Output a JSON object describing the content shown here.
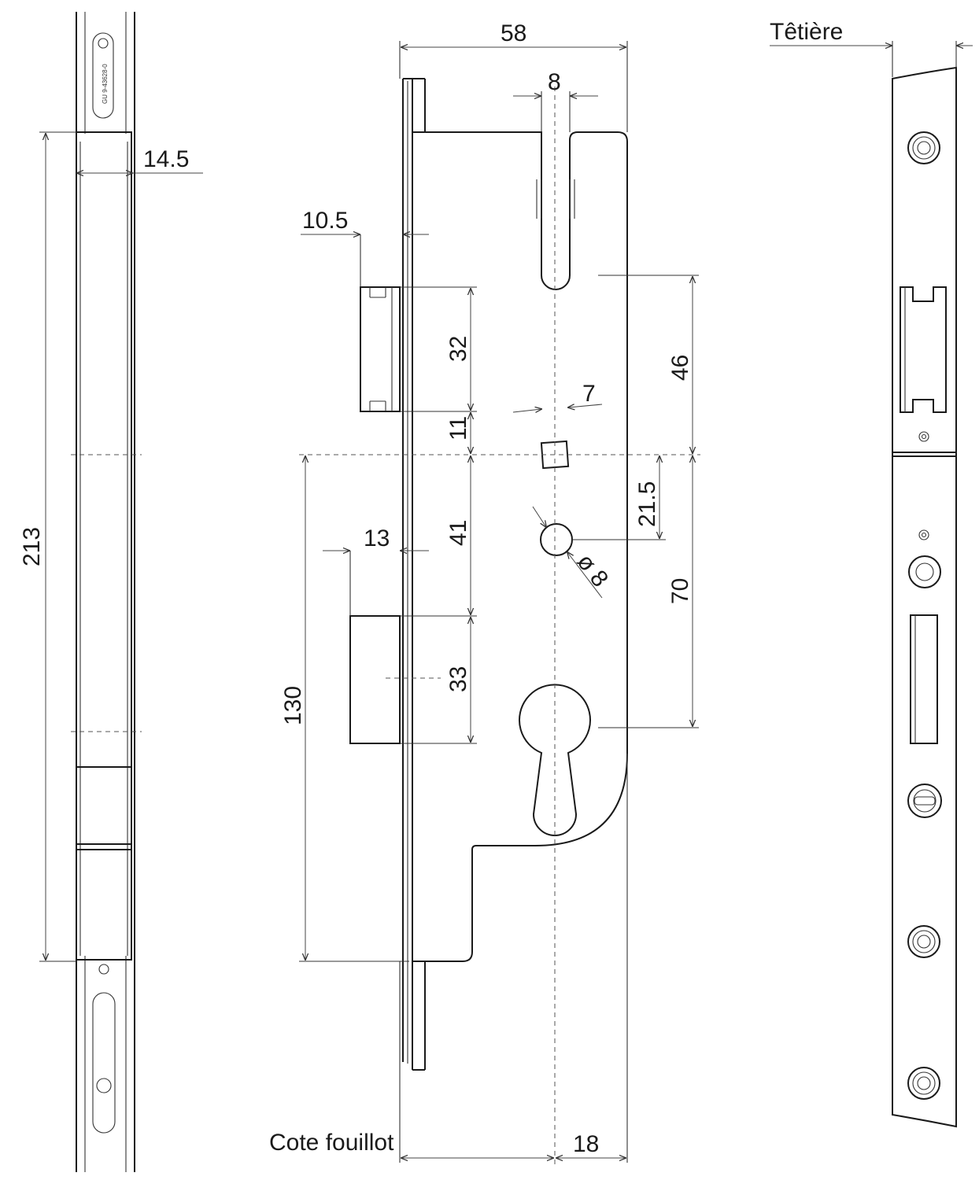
{
  "labels": {
    "tetiere": "Têtière",
    "cote_fouillot": "Cote fouillot",
    "engraving": "GU 9-43628-0"
  },
  "dimensions": {
    "d213": "213",
    "d14_5": "14.5",
    "d58": "58",
    "d8_top": "8",
    "d10_5": "10.5",
    "d32": "32",
    "d46": "46",
    "d7": "7",
    "d11": "11",
    "d21_5": "21.5",
    "d13": "13",
    "d41": "41",
    "d8_diam": "ø 8",
    "d70": "70",
    "d130": "130",
    "d33": "33",
    "d18": "18"
  },
  "colors": {
    "line": "#1a1a1a",
    "background": "#ffffff"
  }
}
